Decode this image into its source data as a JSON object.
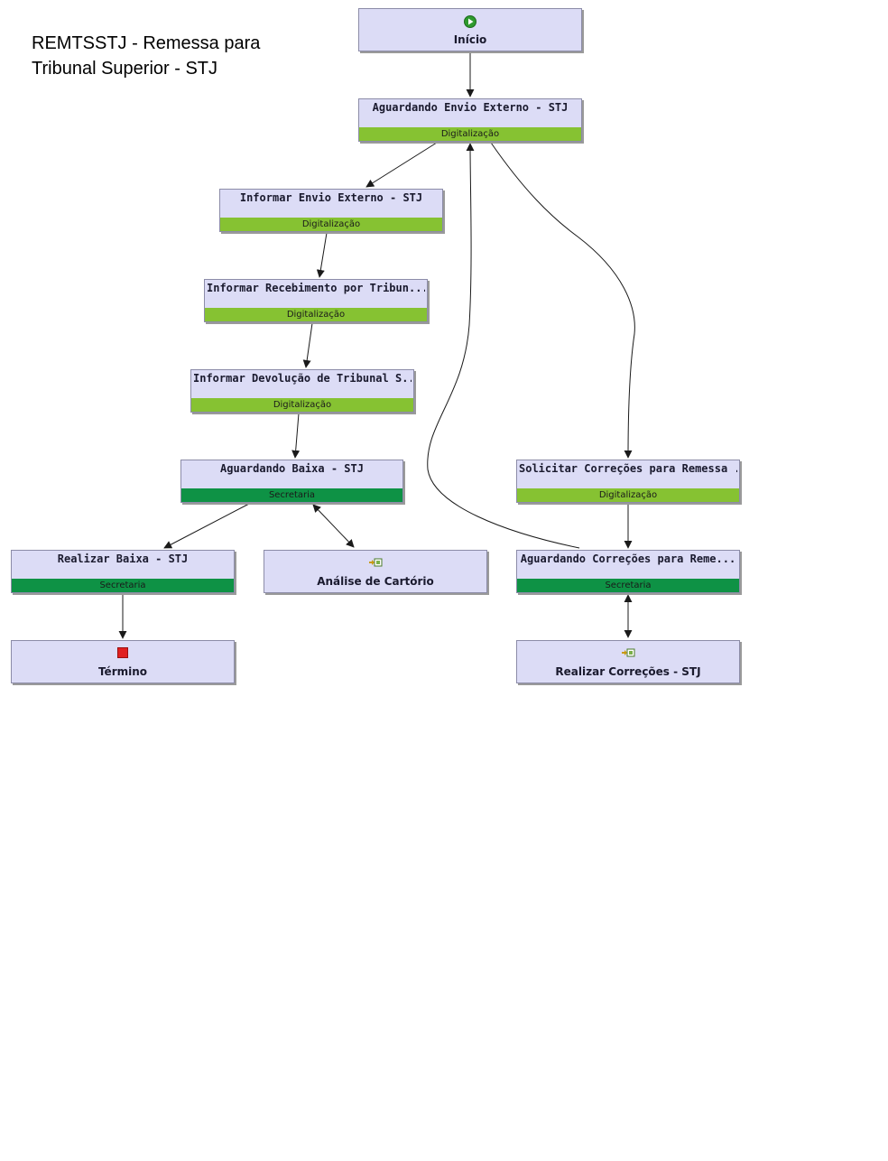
{
  "title": {
    "line1": "REMTSSTJ - Remessa para",
    "line2": "Tribunal Superior - STJ"
  },
  "colors": {
    "node_fill": "#dcdcf6",
    "digitalizacao_band": "#86c232",
    "secretaria_band": "#0e9245",
    "start_icon": "#2e9a2e",
    "end_icon": "#e02020"
  },
  "nodes": {
    "inicio": {
      "label": "Início",
      "icon": "play-icon"
    },
    "aguardando_envio": {
      "label": "Aguardando Envio Externo - STJ",
      "lane": "Digitalização"
    },
    "informar_envio": {
      "label": "Informar Envio Externo - STJ",
      "lane": "Digitalização"
    },
    "informar_recebimento": {
      "label": "Informar Recebimento por Tribun...",
      "lane": "Digitalização"
    },
    "informar_devolucao": {
      "label": "Informar Devolução de Tribunal S...",
      "lane": "Digitalização"
    },
    "aguardando_baixa": {
      "label": "Aguardando Baixa - STJ",
      "lane": "Secretaria"
    },
    "realizar_baixa": {
      "label": "Realizar Baixa - STJ",
      "lane": "Secretaria"
    },
    "analise_cartorio": {
      "label": "Análise de Cartório",
      "icon": "subprocess-icon"
    },
    "termino": {
      "label": "Término",
      "icon": "stop-icon"
    },
    "solicitar_correcoes": {
      "label": "Solicitar Correções para Remessa ...",
      "lane": "Digitalização"
    },
    "aguardando_correcoes": {
      "label": "Aguardando Correções para Reme...",
      "lane": "Secretaria"
    },
    "realizar_correcoes": {
      "label": "Realizar Correções - STJ",
      "icon": "subprocess-icon"
    }
  }
}
